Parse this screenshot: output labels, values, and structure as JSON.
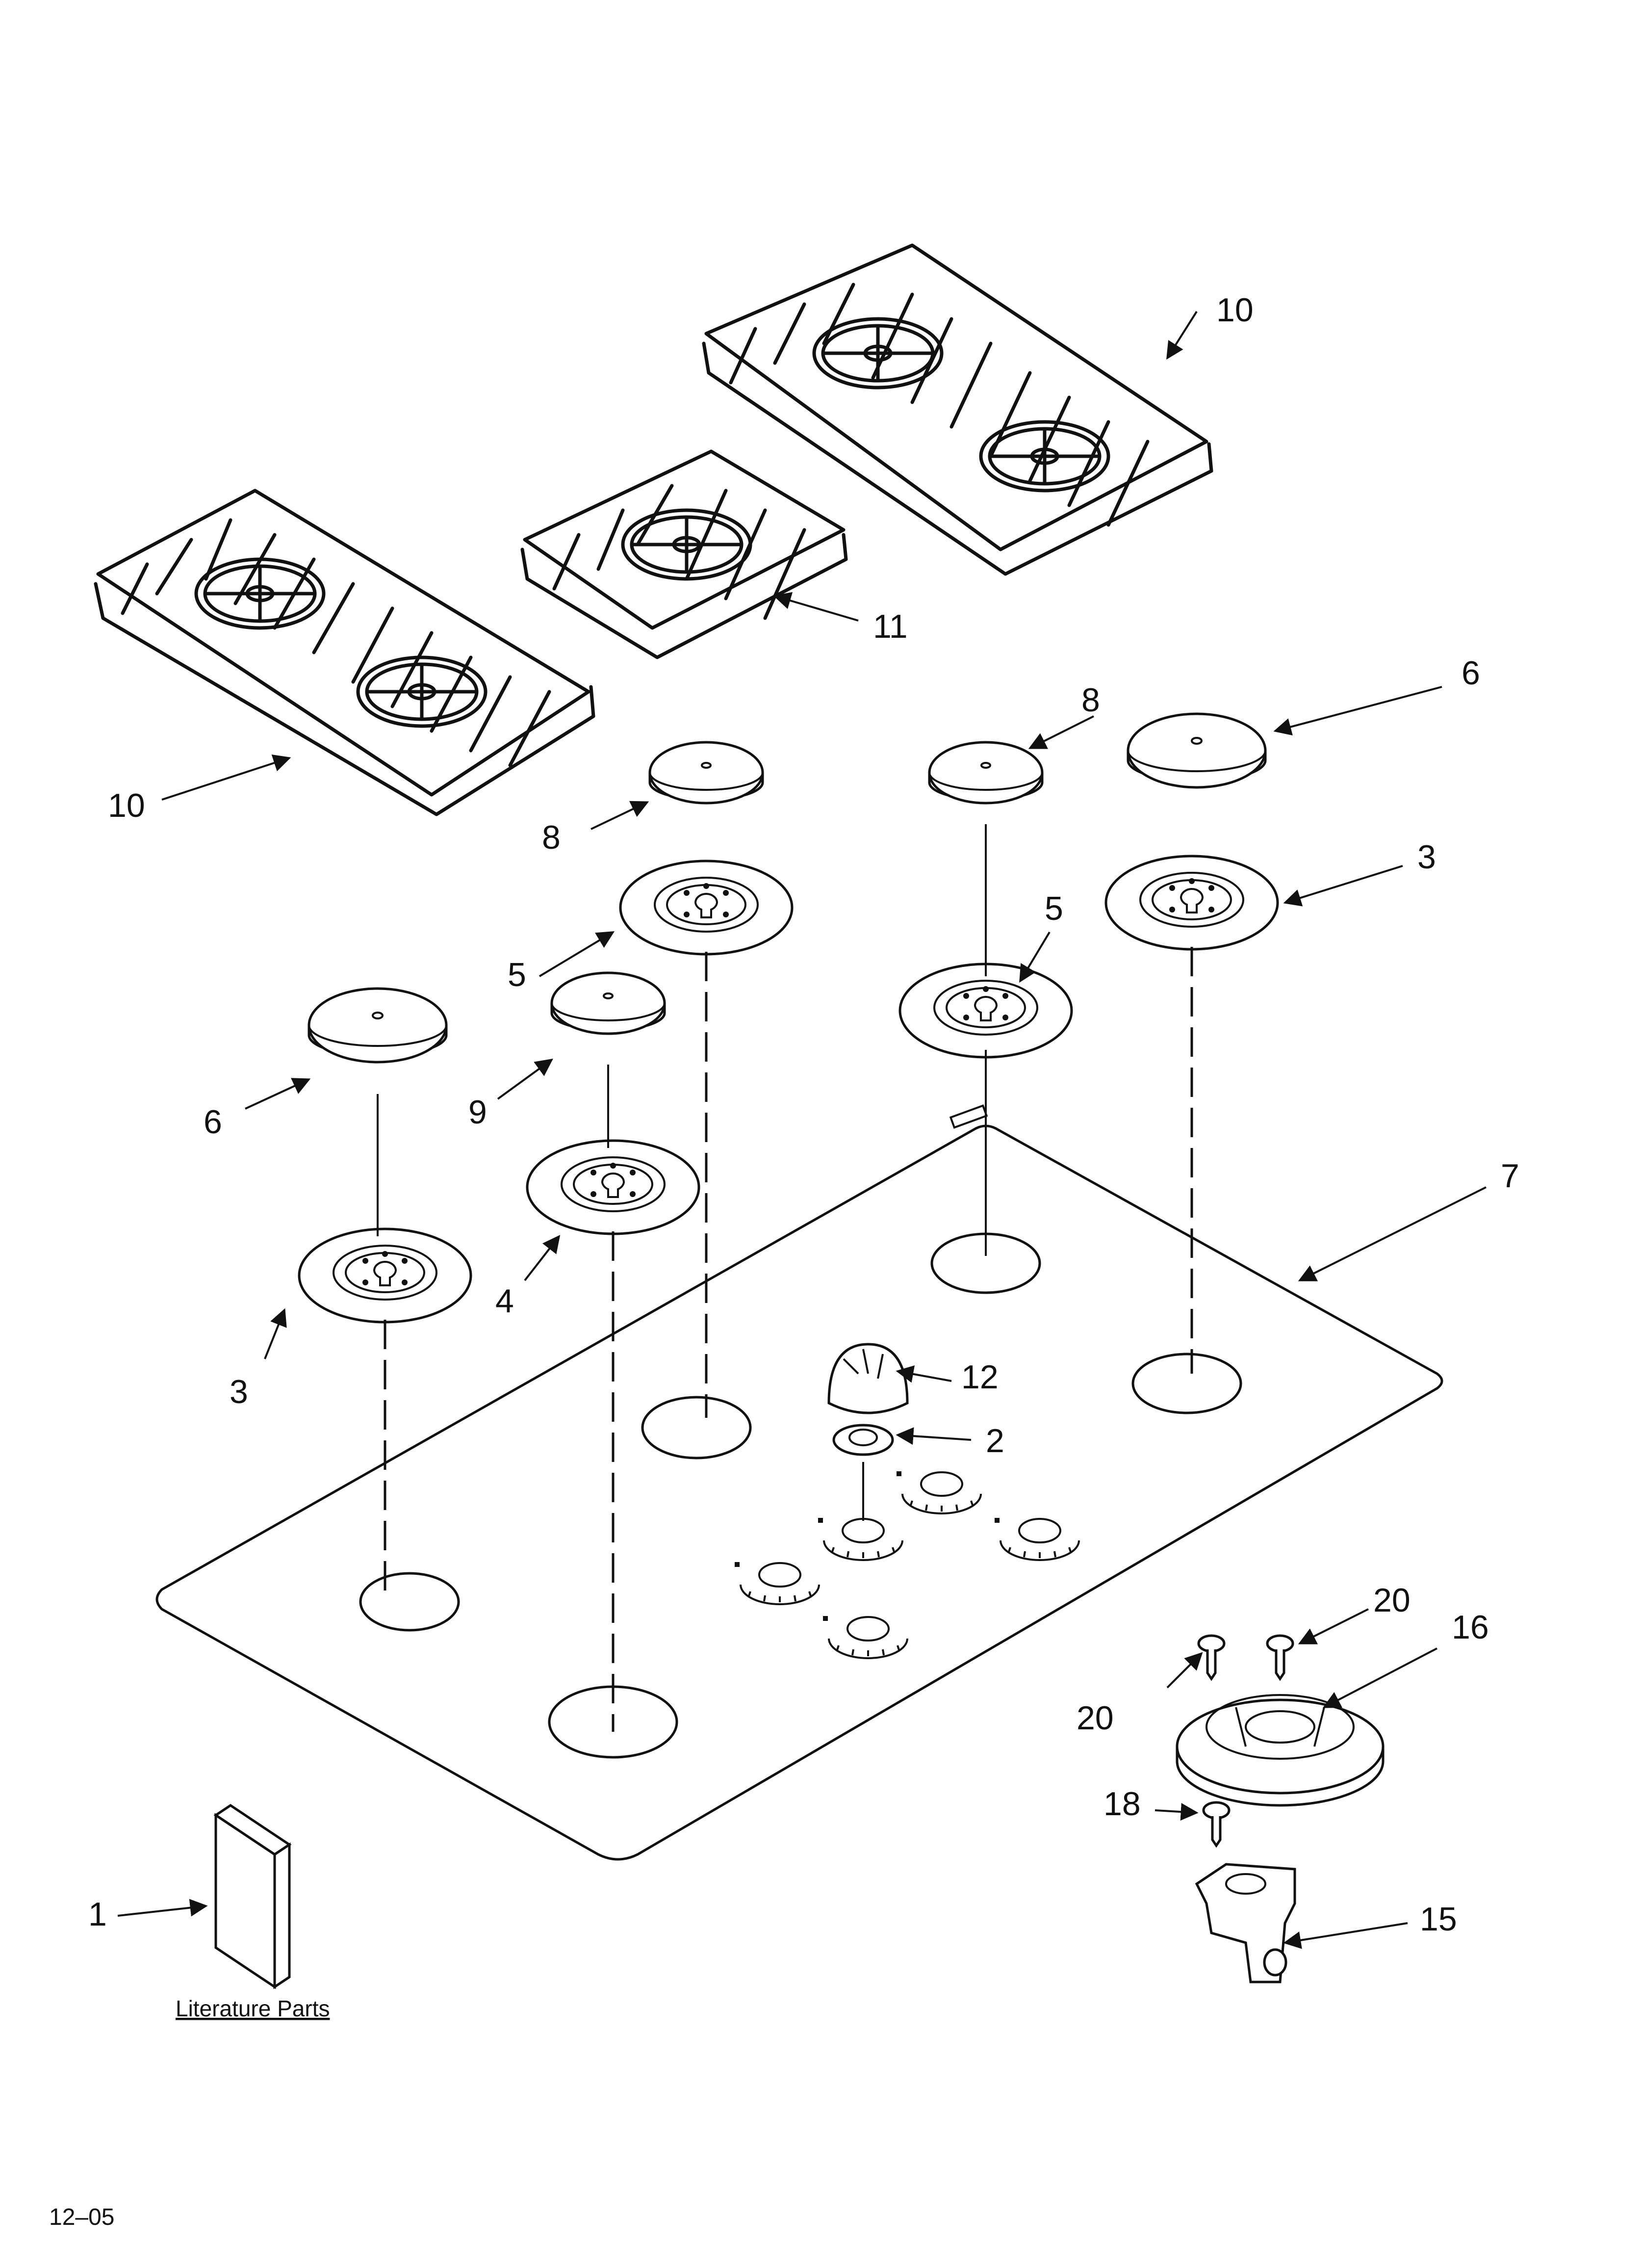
{
  "callouts": {
    "c1": "1",
    "c2": "2",
    "c3a": "3",
    "c3b": "3",
    "c4": "4",
    "c5a": "5",
    "c5b": "5",
    "c6a": "6",
    "c6b": "6",
    "c7": "7",
    "c8a": "8",
    "c8b": "8",
    "c9": "9",
    "c10a": "10",
    "c10b": "10",
    "c11": "11",
    "c12": "12",
    "c15": "15",
    "c16": "16",
    "c18": "18",
    "c20a": "20",
    "c20b": "20"
  },
  "literature_label": "Literature Parts",
  "date_code": "12–05"
}
